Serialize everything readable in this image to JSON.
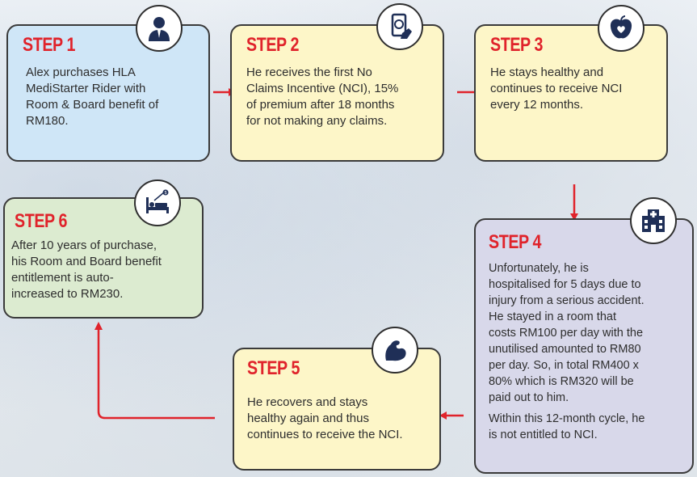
{
  "steps": {
    "s1": {
      "title": "STEP 1",
      "lines": [
        "Alex purchases HLA",
        "MediStarter Rider with",
        "Room & Board benefit of",
        "RM180."
      ]
    },
    "s2": {
      "title": "STEP 2",
      "lines": [
        "He receives the first No",
        "Claims Incentive (NCI), 15%",
        "of premium after 18 months",
        "for not making any claims."
      ]
    },
    "s3": {
      "title": "STEP 3",
      "lines": [
        "He stays healthy and",
        "continues to receive NCI",
        "every 12 months."
      ]
    },
    "s4": {
      "title": "STEP 4",
      "lines": [
        "Unfortunately, he is",
        "hospitalised for 5 days due to",
        "injury from a serious accident.",
        "He stayed in a room that",
        "costs RM100 per day with the",
        "unutilised amounted to RM80",
        "per day.  So, in total RM400 x",
        "80% which is RM320 will be",
        "paid out to him.",
        "Within this 12-month cycle, he",
        "is not entitled to NCI."
      ]
    },
    "s5": {
      "title": "STEP 5",
      "lines": [
        "He recovers and stays",
        "healthy again and thus",
        "continues to receive the NCI."
      ]
    },
    "s6": {
      "title": "STEP 6",
      "lines": [
        "After 10 years of purchase,",
        "his Room and Board benefit",
        "entitlement is auto-",
        "increased to RM230."
      ]
    }
  },
  "icons": {
    "s1": "person-icon",
    "s2": "phone-payment-icon",
    "s3": "apple-heart-icon",
    "s4": "hospital-icon",
    "s5": "flexed-arm-icon",
    "s6": "hospital-bed-icon"
  },
  "colors": {
    "title_red": "#e0232b",
    "blue_card": "#cfe6f7",
    "yellow_card": "#fdf6c8",
    "purple_card": "#d8d8ea",
    "green_card": "#dcebd0",
    "icon_navy": "#1f2f57"
  }
}
